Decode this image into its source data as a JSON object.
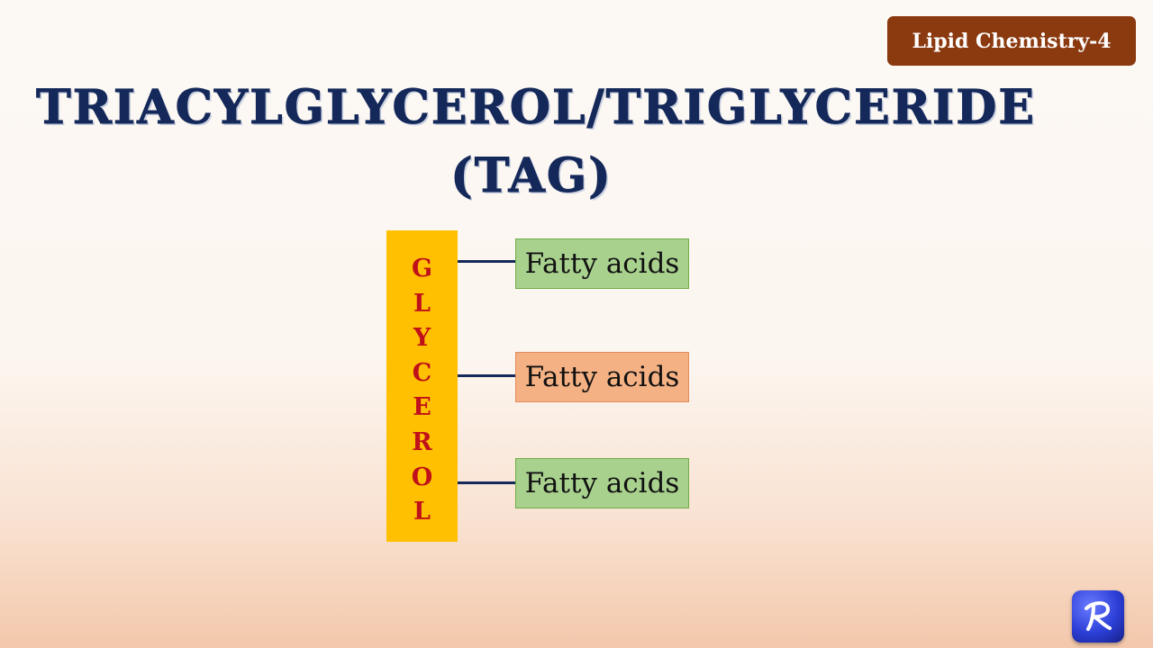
{
  "badge": {
    "label": "Lipid Chemistry-4",
    "color": "#8b3a10"
  },
  "title": {
    "line1": "Triacylglycerol/Triglyceride",
    "line2": "(TAG)",
    "color": "#14295a"
  },
  "diagram": {
    "glycerol_letters": [
      "G",
      "L",
      "Y",
      "C",
      "E",
      "R",
      "O",
      "L"
    ],
    "glycerol_color": "#fec000",
    "glycerol_text_color": "#c0101a",
    "fatty_acids": [
      {
        "label": "Fatty acids",
        "color": "#a9d18e"
      },
      {
        "label": "Fatty acids",
        "color": "#f4b183"
      },
      {
        "label": "Fatty acids",
        "color": "#a9d18e"
      }
    ]
  },
  "logo": {
    "letter": "R",
    "icon": "r-logo-icon"
  }
}
